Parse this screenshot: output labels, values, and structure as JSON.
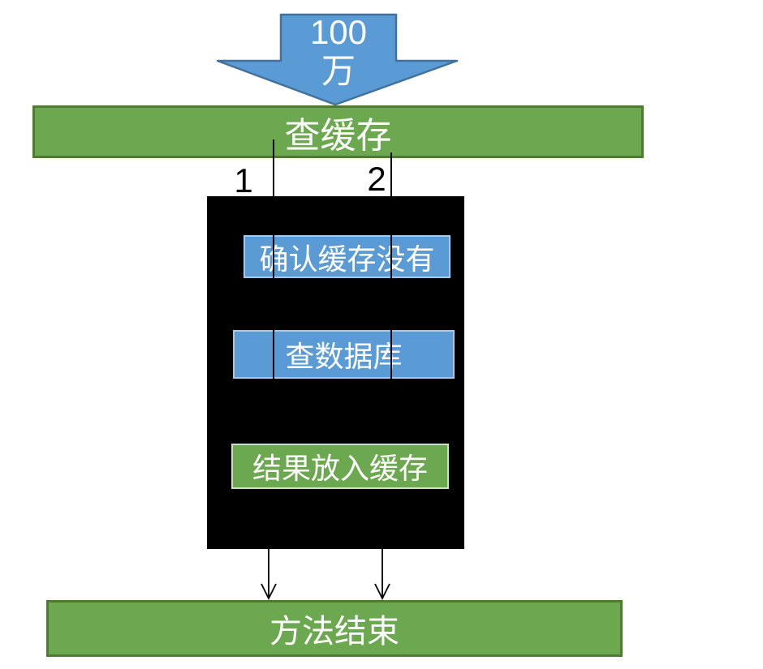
{
  "diagram": {
    "title_hint": "cache double-check locking flow",
    "traffic_arrow": {
      "label_line1": "100",
      "label_line2": "万"
    },
    "check_cache_bar": {
      "label": "查缓存"
    },
    "thread_labels": {
      "one": "1",
      "two": "2"
    },
    "lock_block": {
      "confirm_box": {
        "label": "确认缓存没有"
      },
      "query_db_box": {
        "label": "查数据库"
      },
      "put_cache_box": {
        "label": "结果放入缓存"
      }
    },
    "method_end_bar": {
      "label": "方法结束"
    },
    "colors": {
      "green_fill": "#6CA84F",
      "green_border_dark": "#4E7A31",
      "green_border_light": "#C9E2BA",
      "blue_fill": "#5B9BD5",
      "blue_border_dark": "#41719C",
      "blue_border_light": "#A8C8E8",
      "block_black": "#000000",
      "line_black": "#000000",
      "text_white": "#FFFFFF"
    }
  }
}
